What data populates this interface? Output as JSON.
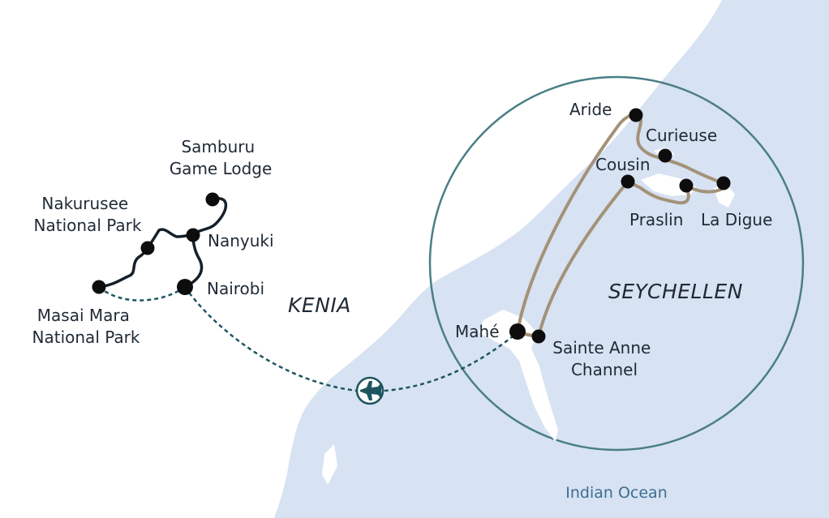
{
  "colors": {
    "sea": "#d7e2f2",
    "land": "#ffffff",
    "circle_stroke": "#4a7e86",
    "land_route": "#15202b",
    "sea_route": "#a39278",
    "flight_route": "#1d5660",
    "marker": "#0d0d0d",
    "label": "#1f2a36",
    "ocean_label": "#3c6f8f"
  },
  "icons": {
    "flight": "airplane-icon"
  },
  "regions": {
    "kenya": "KENIA",
    "seychelles": "SEYCHELLEN",
    "ocean": "Indian Ocean"
  },
  "places": {
    "samburu": {
      "line1": "Samburu",
      "line2": "Game Lodge"
    },
    "nakuru": {
      "line1": "Nakurusee",
      "line2": "National Park"
    },
    "nanyuki": "Nanyuki",
    "nairobi": "Nairobi",
    "masai_mara": {
      "line1": "Masai Mara",
      "line2": "National Park"
    },
    "aride": "Aride",
    "curieuse": "Curieuse",
    "cousin": "Cousin",
    "praslin": "Praslin",
    "la_digue": "La Digue",
    "mahe": "Mahé",
    "sainte_anne": {
      "line1": "Sainte Anne",
      "line2": "Channel"
    }
  }
}
